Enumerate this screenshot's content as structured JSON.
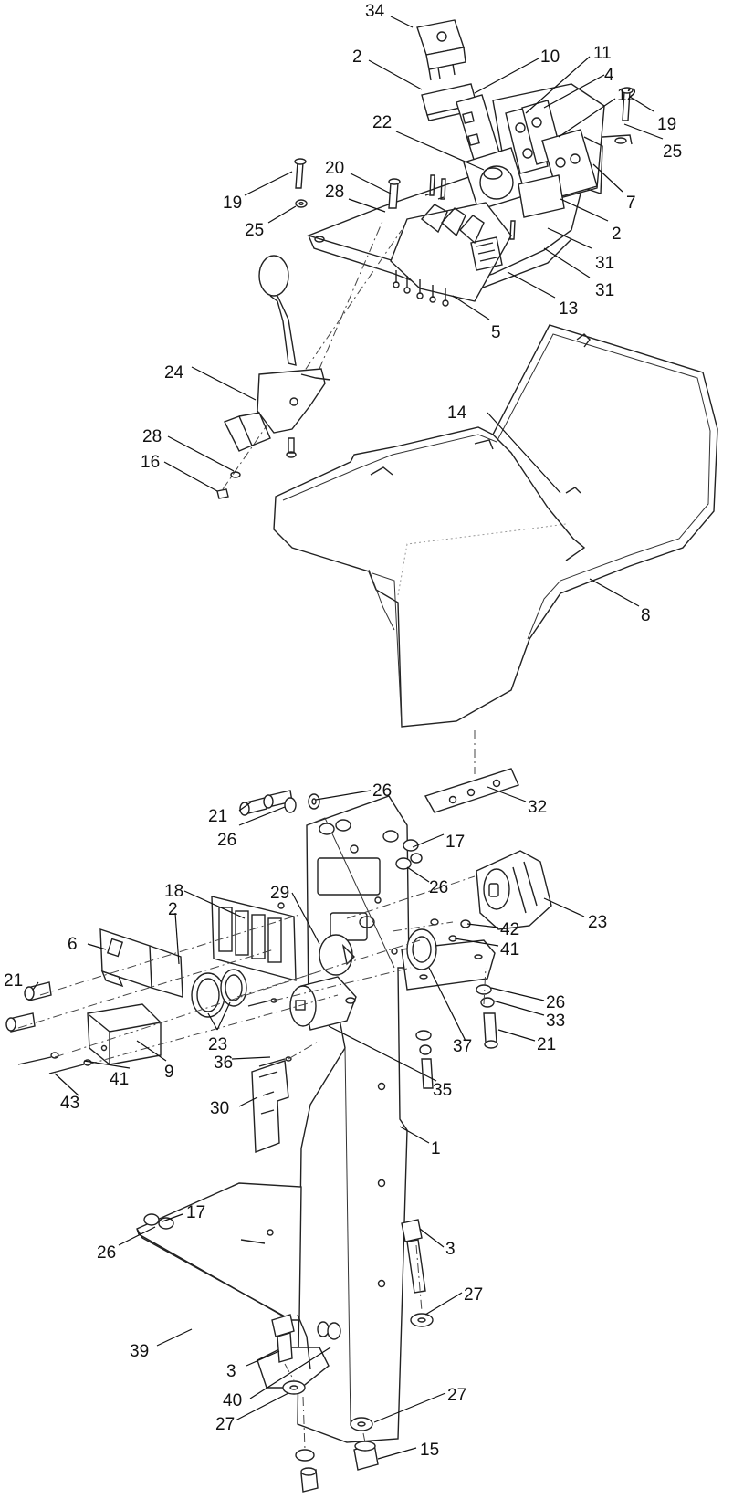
{
  "callouts": {
    "c34": "34",
    "c2a": "2",
    "c10": "10",
    "c11": "11",
    "c4": "4",
    "c12": "12",
    "c19a": "19",
    "c25a": "25",
    "c22": "22",
    "c7": "7",
    "c2b": "2",
    "c31a": "31",
    "c31b": "31",
    "c13": "13",
    "c5": "5",
    "c20": "20",
    "c28a": "28",
    "c19b": "19",
    "c25b": "25",
    "c24": "24",
    "c28b": "28",
    "c16": "16",
    "c14": "14",
    "c8": "8",
    "c32": "32",
    "c26a": "26",
    "c21a": "21",
    "c26b": "26",
    "c17a": "17",
    "c18": "18",
    "c29": "29",
    "c26c": "26",
    "c23a": "23",
    "c2c": "2",
    "c6": "6",
    "c42": "42",
    "c41a": "41",
    "c21b": "21",
    "c26d": "26",
    "c33": "33",
    "c21c": "21",
    "c37": "37",
    "c23b": "23",
    "c36": "36",
    "c41b": "41",
    "c9": "9",
    "c43": "43",
    "c35": "35",
    "c30": "30",
    "c1": "1",
    "c17b": "17",
    "c3a": "3",
    "c26e": "26",
    "c27a": "27",
    "c39": "39",
    "c3b": "3",
    "c40": "40",
    "c27b": "27",
    "c27c": "27",
    "c15": "15"
  }
}
